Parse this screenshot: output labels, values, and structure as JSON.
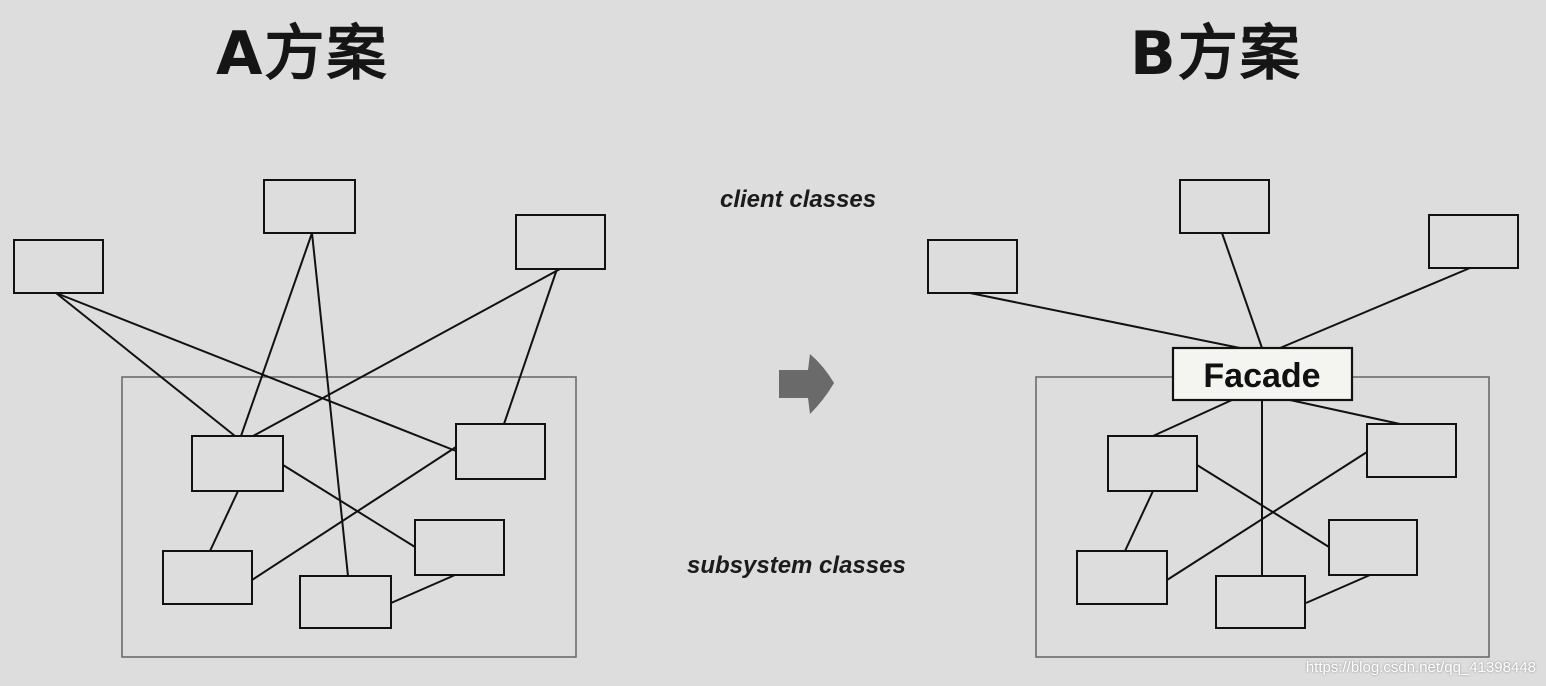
{
  "titles": {
    "a": "A方案",
    "b": "B方案"
  },
  "labels": {
    "client_classes": "client classes",
    "subsystem_classes": "subsystem classes",
    "facade": "Facade"
  },
  "watermark": "https://blog.csdn.net/qq_41398448",
  "colors": {
    "background": "#dcdddc",
    "line": "#111111",
    "frame": "#6b6b6b",
    "arrow": "#6a6a6a"
  },
  "icons": {
    "arrow": "right-arrow-icon"
  }
}
